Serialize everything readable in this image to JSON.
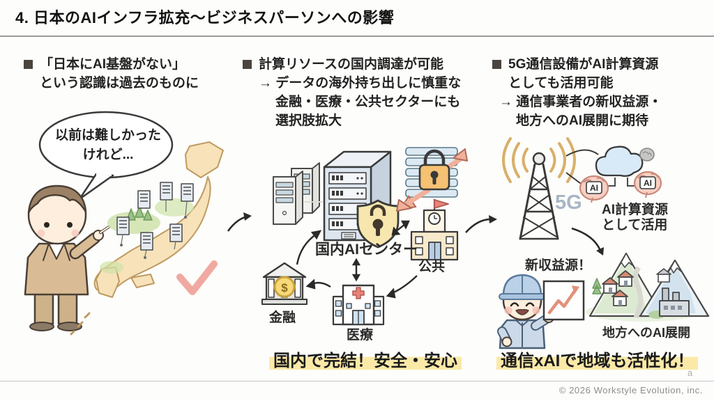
{
  "slide": {
    "title": "4. 日本のAIインフラ拡充〜ビジネスパーソンへの影響",
    "copyright": "© 2026 Workstyle Evolution, inc.",
    "watermark": "a"
  },
  "colors": {
    "highlight_yellow": "#fbe9a8",
    "salmon_arrow": "#e2917b",
    "map_beige": "#f7e2ba",
    "cloud_blue": "#d8eaf8",
    "lock_orange": "#f5c173"
  },
  "left": {
    "bullet": {
      "line1": "「日本にAI基盤がない」",
      "line2": "という認識は過去のものに"
    },
    "speech": {
      "line1": "以前は難しかった",
      "line2": "けれど..."
    }
  },
  "center": {
    "bullet": {
      "line1": "計算リソースの国内調達が可能",
      "line2": "→ データの海外持ち出しに慎重な",
      "line3": "金融・医療・公共セクターにも",
      "line4": "選択肢拡大"
    },
    "labels": {
      "ai_center": "国内AIセンター",
      "public": "公共",
      "finance": "金融",
      "medical": "医療"
    },
    "bank_symbol": "$",
    "highlight": "国内で完結！安全・安心"
  },
  "right": {
    "bullet": {
      "line1": "5G通信設備がAI計算資源",
      "line2": "としても活用可能",
      "line3": "→ 通信事業者の新収益源・",
      "line4": "地方へのAI展開に期待"
    },
    "labels": {
      "tower": "5G",
      "brain": "AI",
      "usage1": "AI計算資源",
      "usage2": "として活用",
      "revenue": "新収益源！",
      "region": "地方へのAI展開"
    },
    "highlight": "通信xAIで地域も活性化！"
  }
}
